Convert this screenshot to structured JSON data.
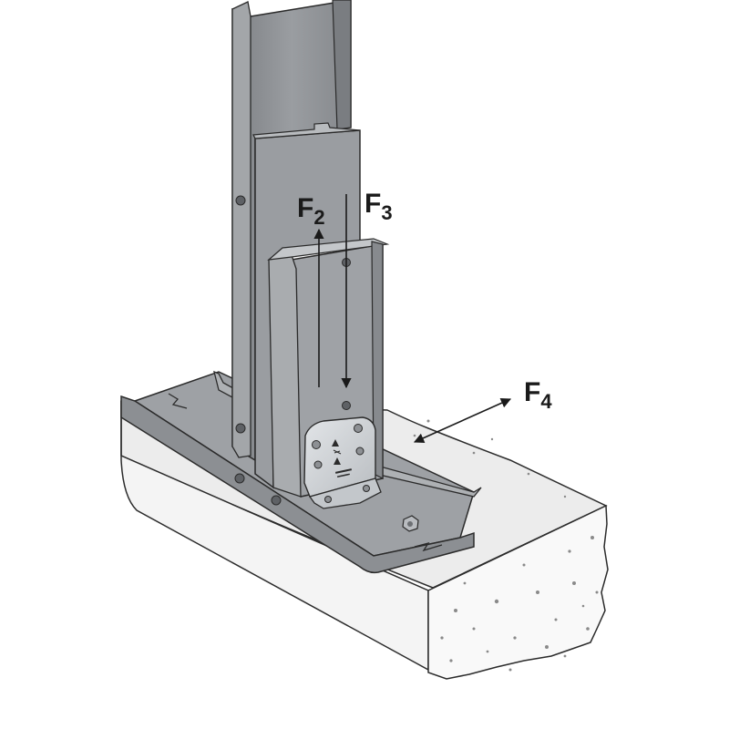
{
  "forces": [
    {
      "id": "F2",
      "letter": "F",
      "subscript": "2"
    },
    {
      "id": "F3",
      "letter": "F",
      "subscript": "3"
    },
    {
      "id": "F4",
      "letter": "F",
      "subscript": "4"
    }
  ],
  "colors": {
    "steel": "#8f9296",
    "steel_dark": "#6f7276",
    "steel_light": "#b3b6b9",
    "bracket": "#cfd3d6",
    "concrete_top": "#e9e9e9",
    "concrete_side": "#f7f7f7",
    "outline": "#2b2b2b",
    "arrow": "#1a1a1a"
  }
}
